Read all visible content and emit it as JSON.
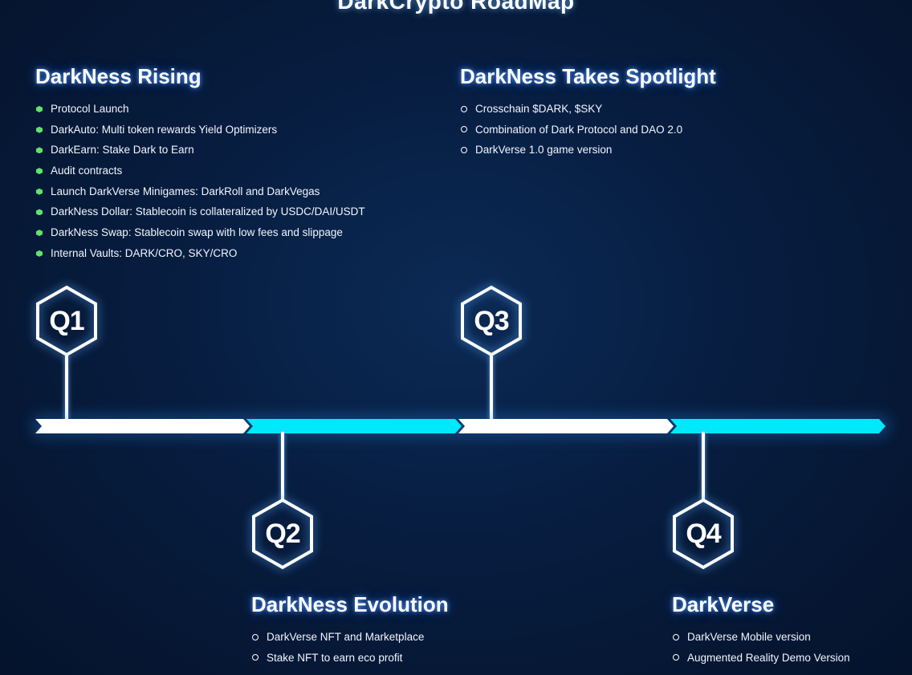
{
  "page_title": "DarkCrypto RoadMap",
  "colors": {
    "background": "#071d40",
    "accent_cyan": "#00e9fb",
    "bullet_green": "#5fe36a",
    "text": "#ffffff"
  },
  "timeline": {
    "segments": [
      "white",
      "cyan",
      "white",
      "cyan"
    ]
  },
  "phases": [
    {
      "badge": "Q1",
      "title": "DarkNess Rising",
      "bullet_style": "green-hexagon",
      "items": [
        "Protocol Launch",
        "DarkAuto: Multi token rewards Yield Optimizers",
        "DarkEarn: Stake Dark to Earn",
        "Audit contracts",
        "Launch DarkVerse Minigames: DarkRoll and DarkVegas",
        "DarkNess Dollar: Stablecoin is collateralized by USDC/DAI/USDT",
        "DarkNess Swap: Stablecoin swap with low fees and slippage",
        "Internal Vaults: DARK/CRO, SKY/CRO"
      ]
    },
    {
      "badge": "Q2",
      "title": "DarkNess Evolution",
      "bullet_style": "ring",
      "items": [
        "DarkVerse NFT and Marketplace",
        "Stake NFT to earn eco profit"
      ]
    },
    {
      "badge": "Q3",
      "title": "DarkNess Takes Spotlight",
      "bullet_style": "ring",
      "items": [
        "Crosschain $DARK, $SKY",
        "Combination of Dark Protocol and DAO 2.0",
        "DarkVerse 1.0 game version"
      ]
    },
    {
      "badge": "Q4",
      "title": "DarkVerse",
      "bullet_style": "ring",
      "items": [
        "DarkVerse Mobile version",
        "Augmented Reality Demo Version"
      ]
    }
  ]
}
